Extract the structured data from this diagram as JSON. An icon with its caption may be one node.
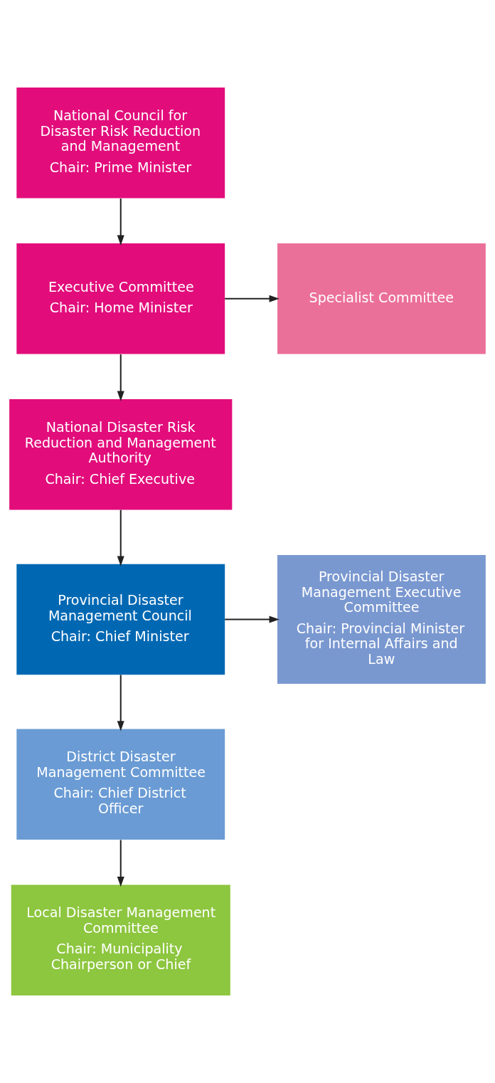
{
  "diagram": {
    "nodes": [
      {
        "text": [
          "National Council for Disaster Risk Reduction and Management",
          "Chair: Prime Minister"
        ]
      },
      {
        "text": [
          "Executive Committee",
          "Chair: Home Minister"
        ]
      },
      {
        "text": [
          "Specialist Committee"
        ]
      },
      {
        "text": [
          "National Disaster Risk Reduction and Management Authority",
          "Chair: Chief Executive"
        ]
      },
      {
        "text": [
          "Provincial Disaster Management Council",
          "Chair: Chief Minister"
        ]
      },
      {
        "text": [
          "Provincial Disaster Management Executive Committee",
          "Chair: Provincial Minister for Internal Affairs and Law"
        ]
      },
      {
        "text": [
          "District Disaster Management Committee",
          "Chair: Chief District Officer"
        ]
      },
      {
        "text": [
          "Local Disaster Management Committee",
          "Chair: Municipality Chairperson or Chief"
        ]
      }
    ],
    "edges": [
      {
        "from": 0,
        "to": 1,
        "arrow": "to"
      },
      {
        "from": 1,
        "to": 2,
        "arrow": "to"
      },
      {
        "from": 1,
        "to": 3,
        "arrow": "to"
      },
      {
        "from": 3,
        "to": 4,
        "arrow": "to"
      },
      {
        "from": 4,
        "to": 5,
        "arrow": "to"
      },
      {
        "from": 4,
        "to": 6,
        "arrow": "to"
      },
      {
        "from": 6,
        "to": 7,
        "arrow": "to"
      }
    ]
  }
}
